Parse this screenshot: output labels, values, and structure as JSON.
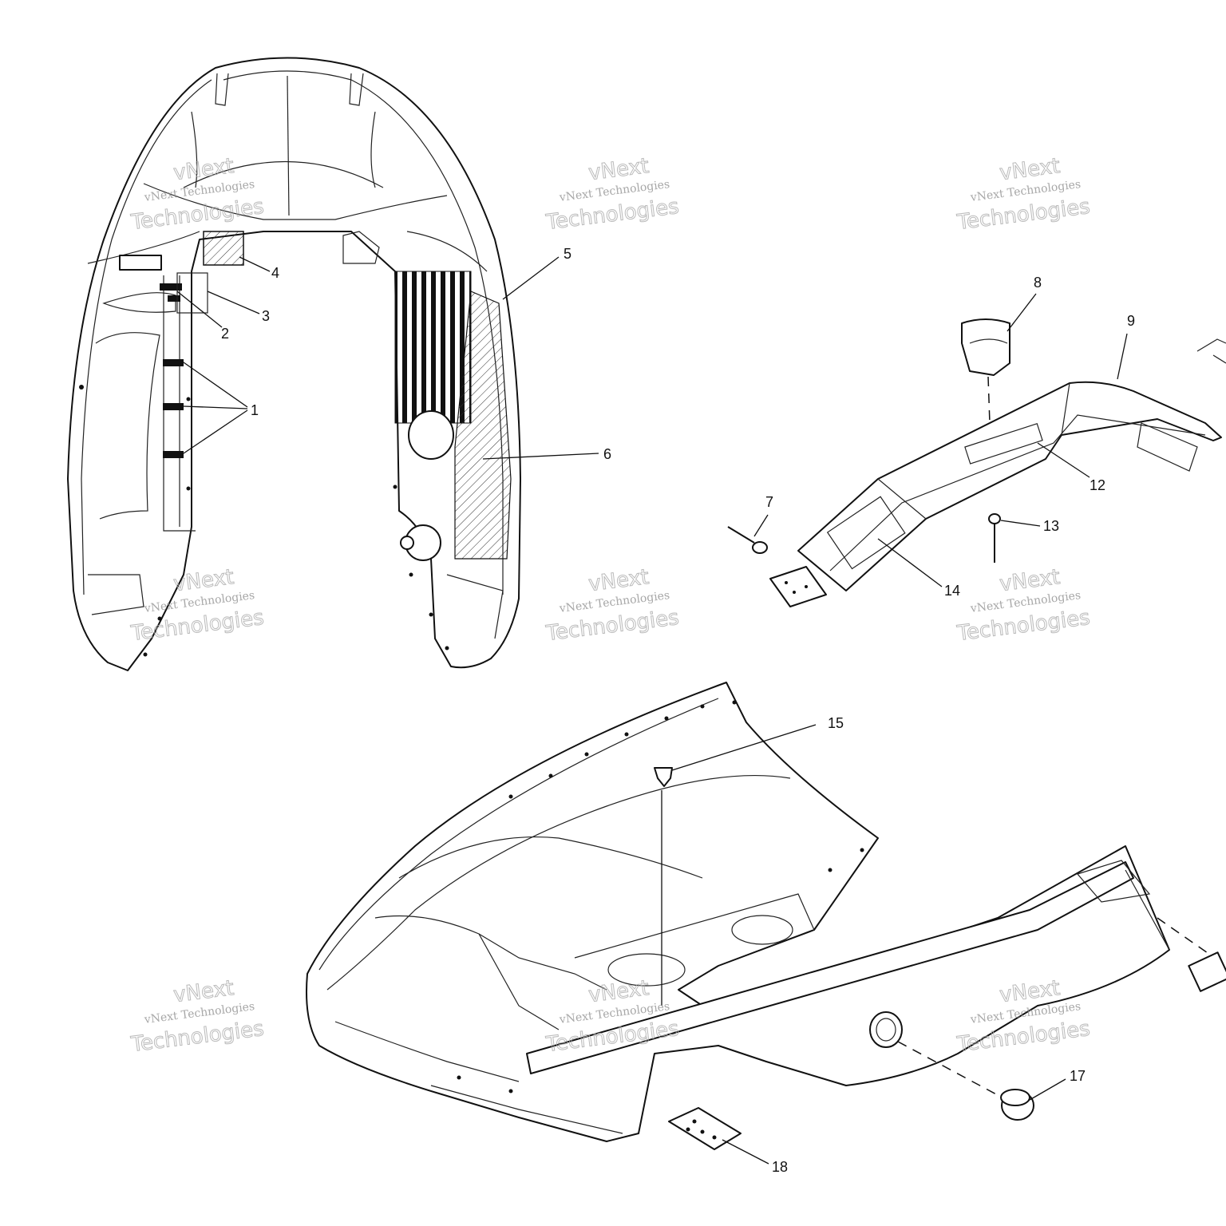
{
  "diagram": {
    "callouts": [
      "1",
      "2",
      "3",
      "4",
      "5",
      "6",
      "7",
      "8",
      "9",
      "12",
      "13",
      "14",
      "15",
      "17",
      "18"
    ],
    "watermark": {
      "line1": "vNext Technologies",
      "line2": "vNext",
      "line3": "Technologies"
    }
  }
}
